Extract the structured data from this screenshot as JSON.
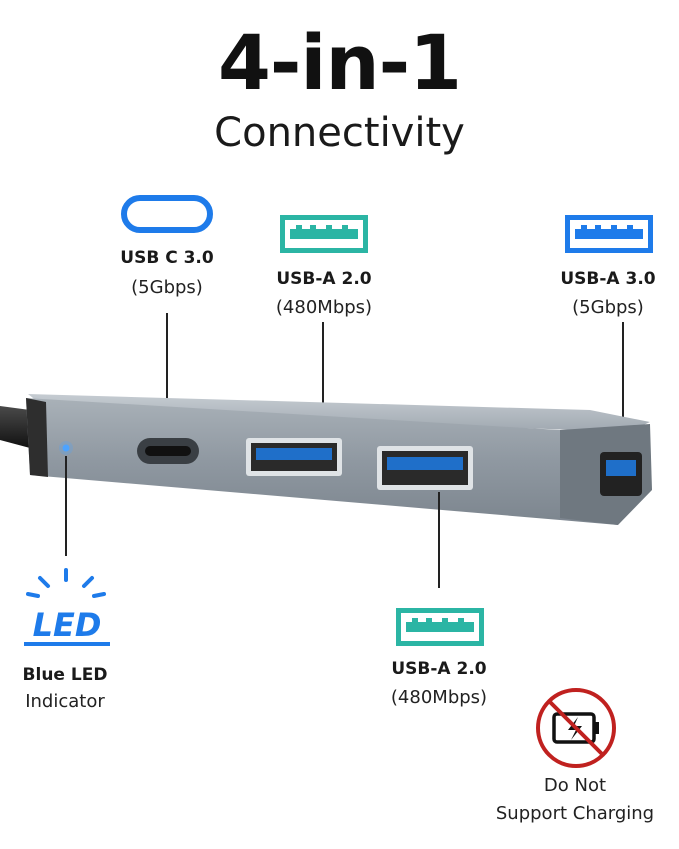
{
  "headline": {
    "title": "4-in-1",
    "subtitle": "Connectivity"
  },
  "ports": [
    {
      "name": "USB C 3.0",
      "speed": "(5Gbps)",
      "icon": "usb-c-port-icon",
      "color": "#1e7bea"
    },
    {
      "name": "USB-A 2.0",
      "speed": "(480Mbps)",
      "icon": "usb-a-port-icon",
      "color": "#2bb5a4"
    },
    {
      "name": "USB-A 3.0",
      "speed": "(5Gbps)",
      "icon": "usb-a-port-icon",
      "color": "#1e7bea"
    },
    {
      "name": "USB-A 2.0",
      "speed": "(480Mbps)",
      "icon": "usb-a-port-icon",
      "color": "#2bb5a4"
    }
  ],
  "led": {
    "icon_text": "LED",
    "label_bold": "Blue LED",
    "label": "Indicator",
    "color": "#1e7bea"
  },
  "charging": {
    "icon": "no-charging-battery-icon",
    "line1": "Do Not",
    "line2": "Support Charging",
    "color": "#c0211f"
  }
}
